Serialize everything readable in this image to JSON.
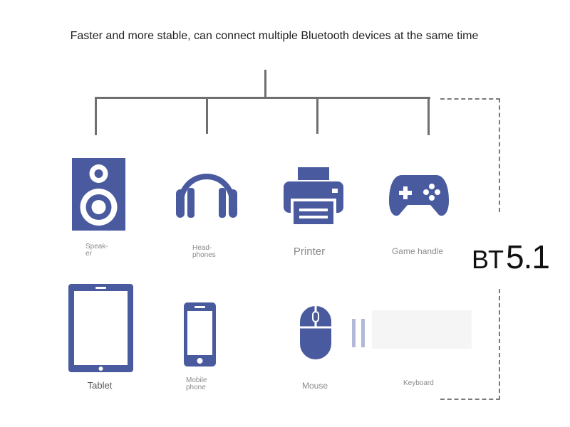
{
  "headline": "Faster and more stable, can connect multiple Bluetooth devices at the same time",
  "badge": {
    "prefix": "BT",
    "version": "5.1"
  },
  "devices": [
    {
      "label": "Speak-\ner",
      "icon": "speaker-icon"
    },
    {
      "label": "Head-\nphones",
      "icon": "headphones-icon"
    },
    {
      "label": "Printer",
      "icon": "printer-icon"
    },
    {
      "label": "Game handle",
      "icon": "gamepad-icon"
    },
    {
      "label": "Tablet",
      "icon": "tablet-icon"
    },
    {
      "label": "Mobile\nphone",
      "icon": "mobile-phone-icon"
    },
    {
      "label": "Mouse",
      "icon": "mouse-icon"
    },
    {
      "label": "Keyboard",
      "icon": "keyboard-icon"
    }
  ],
  "colors": {
    "icon": "#4a5a9e",
    "connector": "#6f6f6f",
    "dash": "#7a7a7a",
    "label": "#8a8a8a"
  }
}
